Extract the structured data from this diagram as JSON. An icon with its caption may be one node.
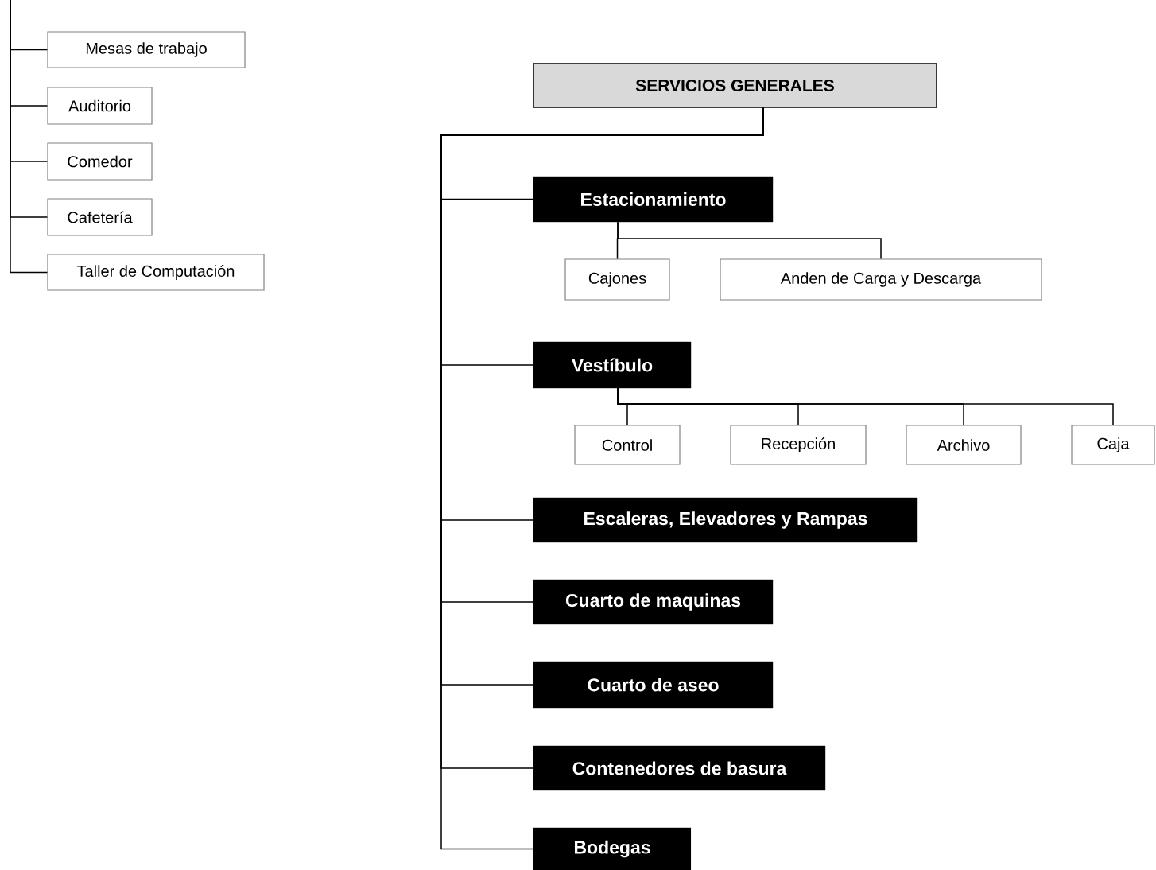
{
  "diagram": {
    "nodes": [
      {
        "text": [
          "Mesas de trabajo"
        ]
      },
      {
        "text": [
          "Auditorio"
        ]
      },
      {
        "text": [
          "Comedor"
        ]
      },
      {
        "text": [
          "Cafetería"
        ]
      },
      {
        "text": [
          "Taller de Computación"
        ]
      },
      {
        "text": [
          "SERVICIOS GENERALES"
        ]
      },
      {
        "text": [
          "Estacionamiento"
        ]
      },
      {
        "text": [
          "Cajones"
        ]
      },
      {
        "text": [
          "Anden de Carga y Descarga"
        ]
      },
      {
        "text": [
          "Vestíbulo"
        ]
      },
      {
        "text": [
          "Control"
        ]
      },
      {
        "text": [
          "Recepción"
        ]
      },
      {
        "text": [
          "Archivo"
        ]
      },
      {
        "text": [
          "Caja"
        ]
      },
      {
        "text": [
          "Escaleras, Elevadores y Rampas"
        ]
      },
      {
        "text": [
          "Cuarto de maquinas"
        ]
      },
      {
        "text": [
          "Cuarto de aseo"
        ]
      },
      {
        "text": [
          "Contenedores de basura"
        ]
      },
      {
        "text": [
          "Bodegas"
        ]
      }
    ],
    "edges": [
      {
        "from": null,
        "to": 0,
        "arrow": "none"
      },
      {
        "from": null,
        "to": 1,
        "arrow": "none"
      },
      {
        "from": null,
        "to": 2,
        "arrow": "none"
      },
      {
        "from": null,
        "to": 3,
        "arrow": "none"
      },
      {
        "from": null,
        "to": 4,
        "arrow": "none"
      },
      {
        "from": 5,
        "to": 6,
        "arrow": "none"
      },
      {
        "from": 6,
        "to": 7,
        "arrow": "none"
      },
      {
        "from": 6,
        "to": 8,
        "arrow": "none"
      },
      {
        "from": 5,
        "to": 9,
        "arrow": "none"
      },
      {
        "from": 9,
        "to": 10,
        "arrow": "none"
      },
      {
        "from": 9,
        "to": 11,
        "arrow": "none"
      },
      {
        "from": 9,
        "to": 12,
        "arrow": "none"
      },
      {
        "from": 9,
        "to": 13,
        "arrow": "none"
      },
      {
        "from": 5,
        "to": 14,
        "arrow": "none"
      },
      {
        "from": 5,
        "to": 15,
        "arrow": "none"
      },
      {
        "from": 5,
        "to": 16,
        "arrow": "none"
      },
      {
        "from": 5,
        "to": 17,
        "arrow": "none"
      },
      {
        "from": 5,
        "to": 18,
        "arrow": "none"
      }
    ]
  }
}
